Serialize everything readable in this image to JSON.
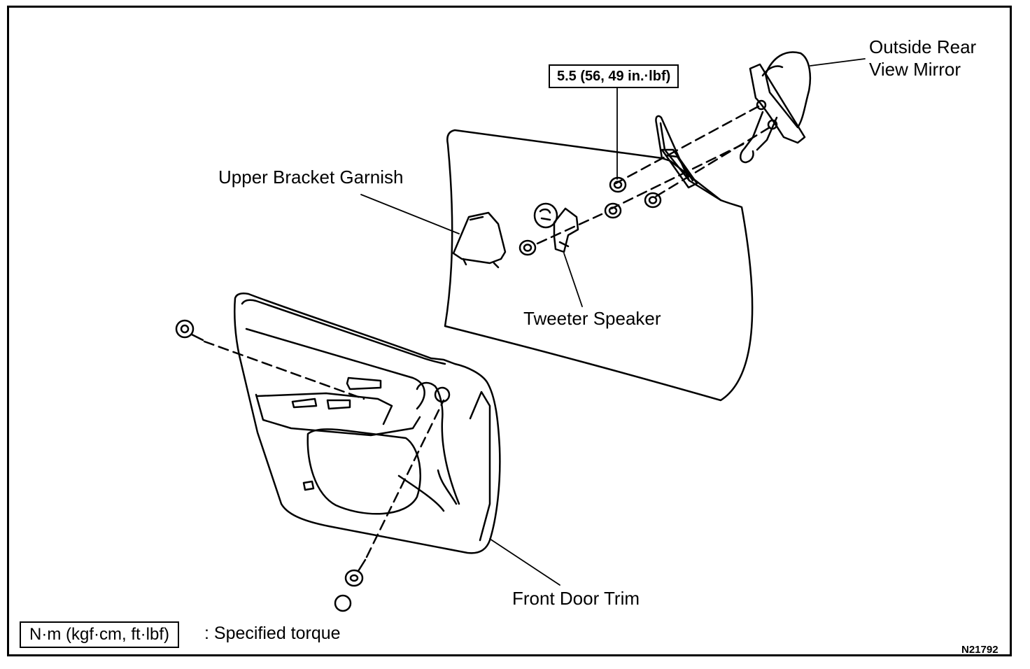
{
  "labels": {
    "mirror_line1": "Outside Rear",
    "mirror_line2": "View Mirror",
    "upper_bracket": "Upper Bracket Garnish",
    "tweeter": "Tweeter Speaker",
    "door_trim": "Front Door Trim"
  },
  "torque_spec": "5.5 (56, 49 in.·lbf)",
  "legend": {
    "box": "N·m (kgf·cm, ft·lbf)",
    "text": ": Specified torque"
  },
  "figure_code": "N21792",
  "colors": {
    "line": "#000000",
    "background": "#ffffff"
  }
}
